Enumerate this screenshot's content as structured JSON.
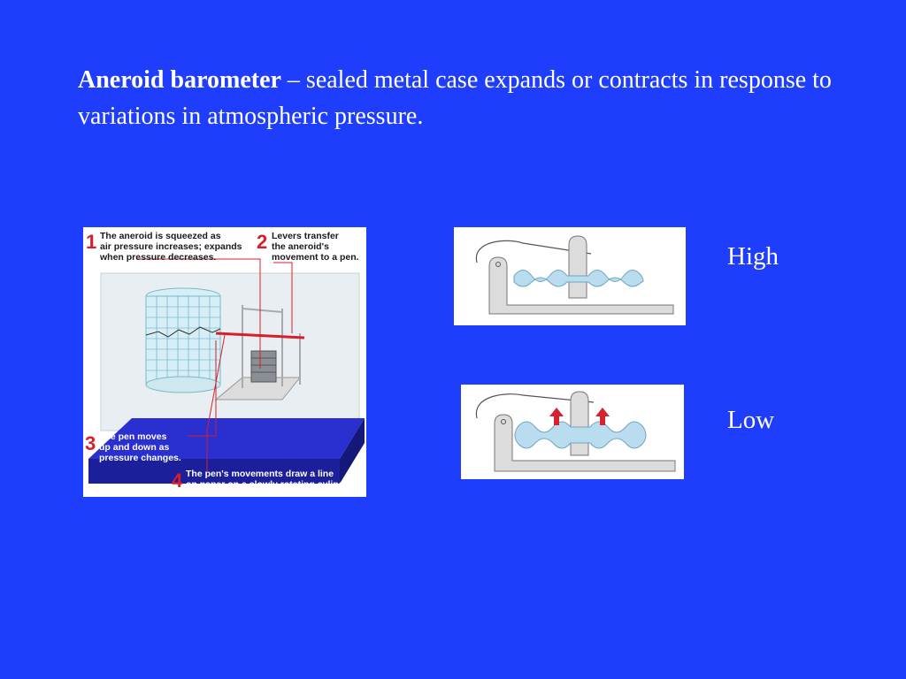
{
  "slide": {
    "title_bold": "Aneroid barometer",
    "title_rest": " – sealed metal case expands or contracts in response to variations in atmospheric pressure."
  },
  "barograph": {
    "callouts": [
      {
        "number": "1",
        "lines": [
          "The aneroid is squeezed as",
          "air pressure increases; expands",
          "when pressure decreases."
        ]
      },
      {
        "number": "2",
        "lines": [
          "Levers transfer",
          "the aneroid's",
          "movement to a pen."
        ]
      },
      {
        "number": "3",
        "lines": [
          "The pen moves",
          "up and down as",
          "pressure changes."
        ]
      },
      {
        "number": "4",
        "lines": [
          "The pen's movements draw a line",
          "on paper on a slowly rotating cylinder."
        ]
      }
    ]
  },
  "states": {
    "high_label": "High",
    "low_label": "Low"
  },
  "colors": {
    "background": "#1f3dfd",
    "text": "#ffffff",
    "callout_number": "#d81e2a",
    "aneroid_fill": "#b9dcef",
    "arrow": "#d4222e"
  }
}
